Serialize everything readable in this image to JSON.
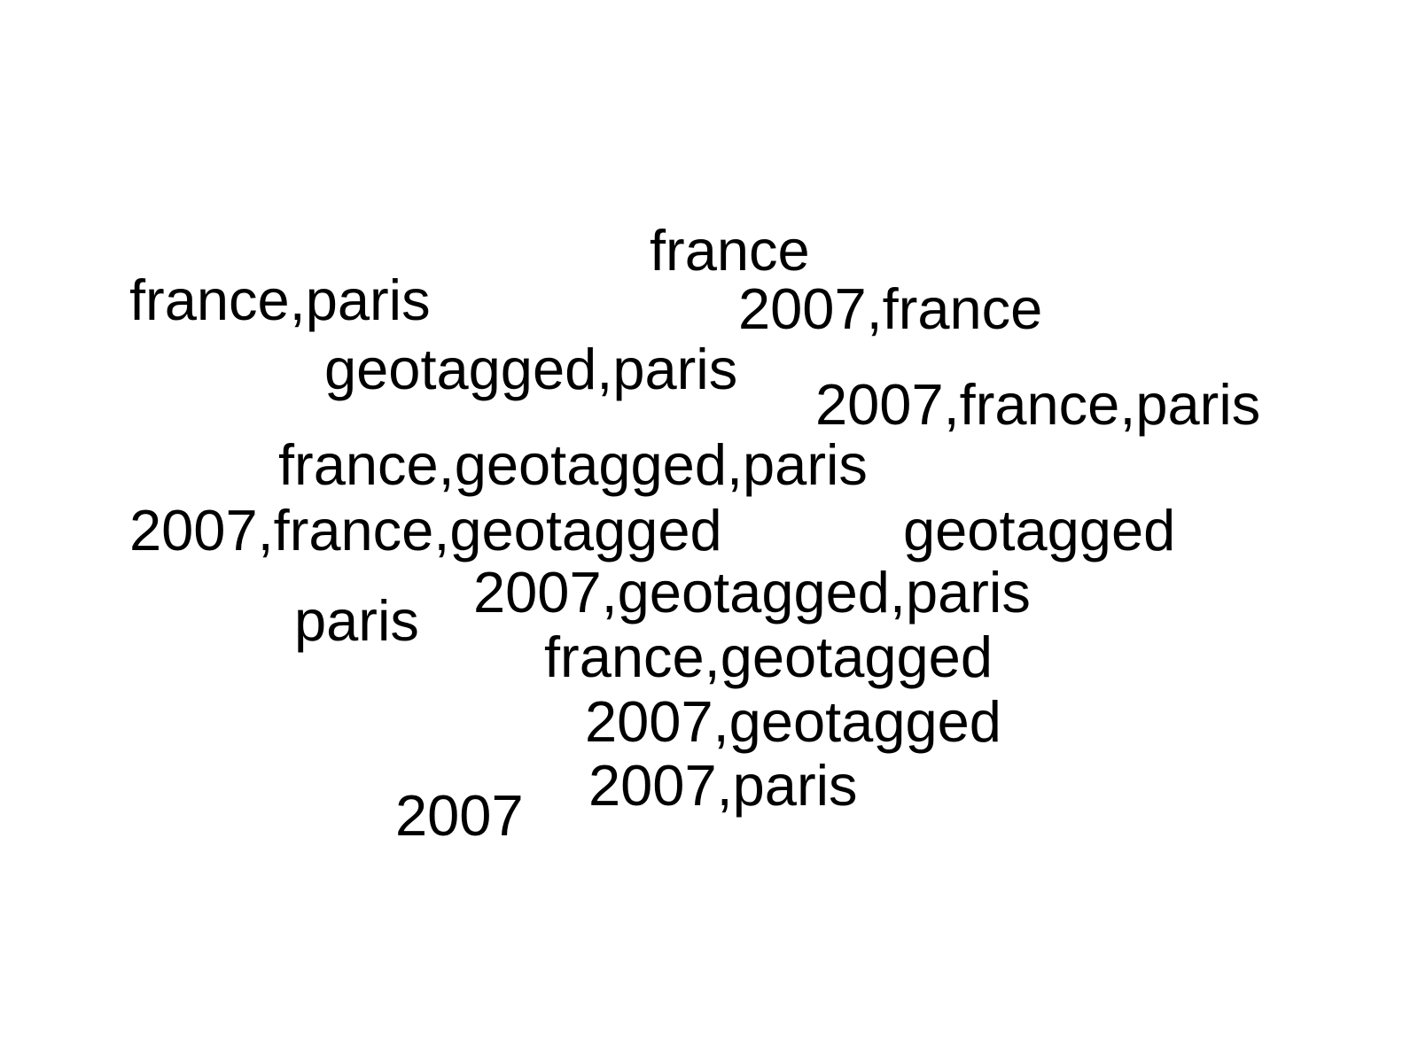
{
  "words": {
    "france": "france",
    "france_paris": "france,paris",
    "2007_france": "2007,france",
    "geotagged_paris": "geotagged,paris",
    "2007_france_paris": "2007,france,paris",
    "france_geotagged_paris": "france,geotagged,paris",
    "2007_france_geotagged": "2007,france,geotagged",
    "geotagged": "geotagged",
    "2007_geotagged_paris": "2007,geotagged,paris",
    "paris": "paris",
    "france_geotagged": "france,geotagged",
    "2007_geotagged": "2007,geotagged",
    "2007_paris": "2007,paris",
    "2007": "2007"
  },
  "colors": {
    "text": "#000000",
    "background": "#ffffff"
  }
}
